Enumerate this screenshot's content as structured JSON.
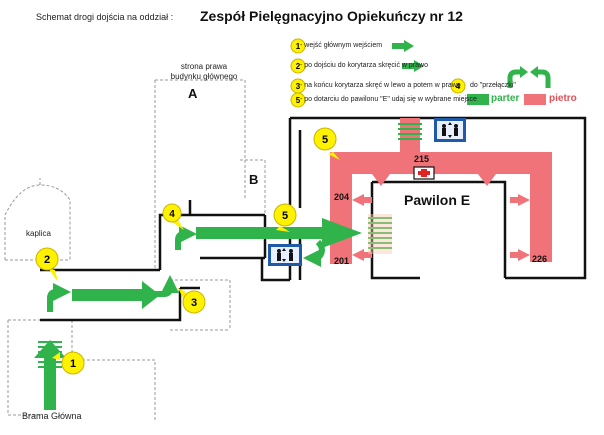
{
  "header": {
    "subtitle": "Schemat drogi dojścia na oddział :",
    "title": "Zespół Pielęgnacyjno Opiekuńczy nr 12"
  },
  "legend": {
    "step1": "- wejść głównym wejściem",
    "step2": "- po dojściu do korytarza skręcić w prawo",
    "step3": "- na końcu korytarza skręć w lewo a potem w prawo",
    "step4": "do \"przełączki\"",
    "step5": "- po dotarciu do pawilonu \"E\" udaj się w wybrane miejsce",
    "parter": "parter",
    "pietro": "pietro"
  },
  "labels": {
    "building_side": "strona prawa budynku głównego",
    "building_a": "A",
    "building_b": "B",
    "chapel": "kaplica",
    "pavilion": "Pawilon  E",
    "main_gate": "Brama Główna"
  },
  "markers": [
    "1",
    "2",
    "3",
    "4",
    "5"
  ],
  "rooms": [
    "215",
    "204",
    "201",
    "226"
  ],
  "colors": {
    "parter_green": "#2fb34a",
    "pietro_red": "#f0737a",
    "marker_yellow": "#fff200"
  },
  "icons": [
    "elevator-icon",
    "hospital-bed-icon"
  ]
}
